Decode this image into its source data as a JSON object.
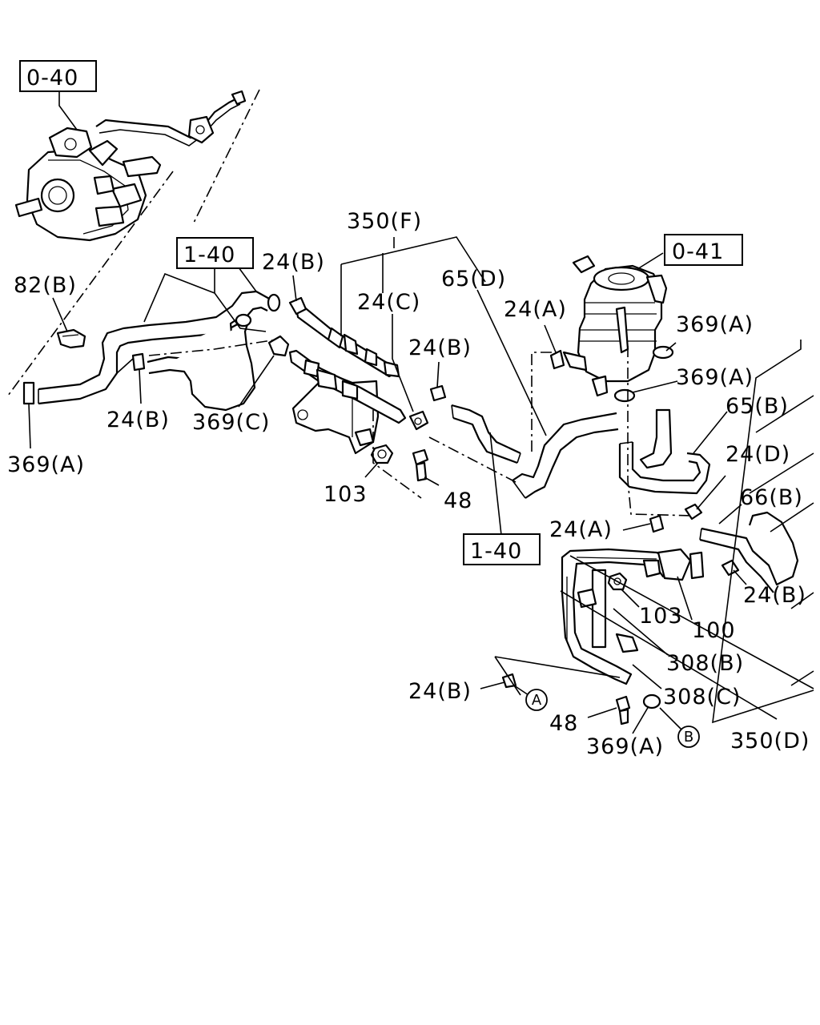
{
  "ref_boxes": {
    "box_0_40_top": "0-40",
    "box_1_40_left": "1-40",
    "box_0_41": "0-41",
    "box_1_40_bottom": "1-40"
  },
  "labels": {
    "l_350f": "350(F)",
    "l_24b_1": "24(B)",
    "l_24c": "24(C)",
    "l_65d": "65(D)",
    "l_82b": "82(B)",
    "l_24a_1": "24(A)",
    "l_369a_1": "369(A)",
    "l_24b_2": "24(B)",
    "l_369a_2": "369(A)",
    "l_65b": "65(B)",
    "l_24b_3": "24(B)",
    "l_369c": "369(C)",
    "l_369a_3": "369(A)",
    "l_24d": "24(D)",
    "l_103_1": "103",
    "l_48_1": "48",
    "l_66b": "66(B)",
    "l_24a_2": "24(A)",
    "l_24b_4": "24(B)",
    "l_103_2": "103",
    "l_100": "100",
    "l_308b": "308(B)",
    "l_24b_5": "24(B)",
    "l_308c": "308(C)",
    "l_48_2": "48",
    "l_369a_4": "369(A)",
    "l_350d": "350(D)"
  },
  "markers": {
    "marker_a": "A",
    "marker_b": "B"
  }
}
